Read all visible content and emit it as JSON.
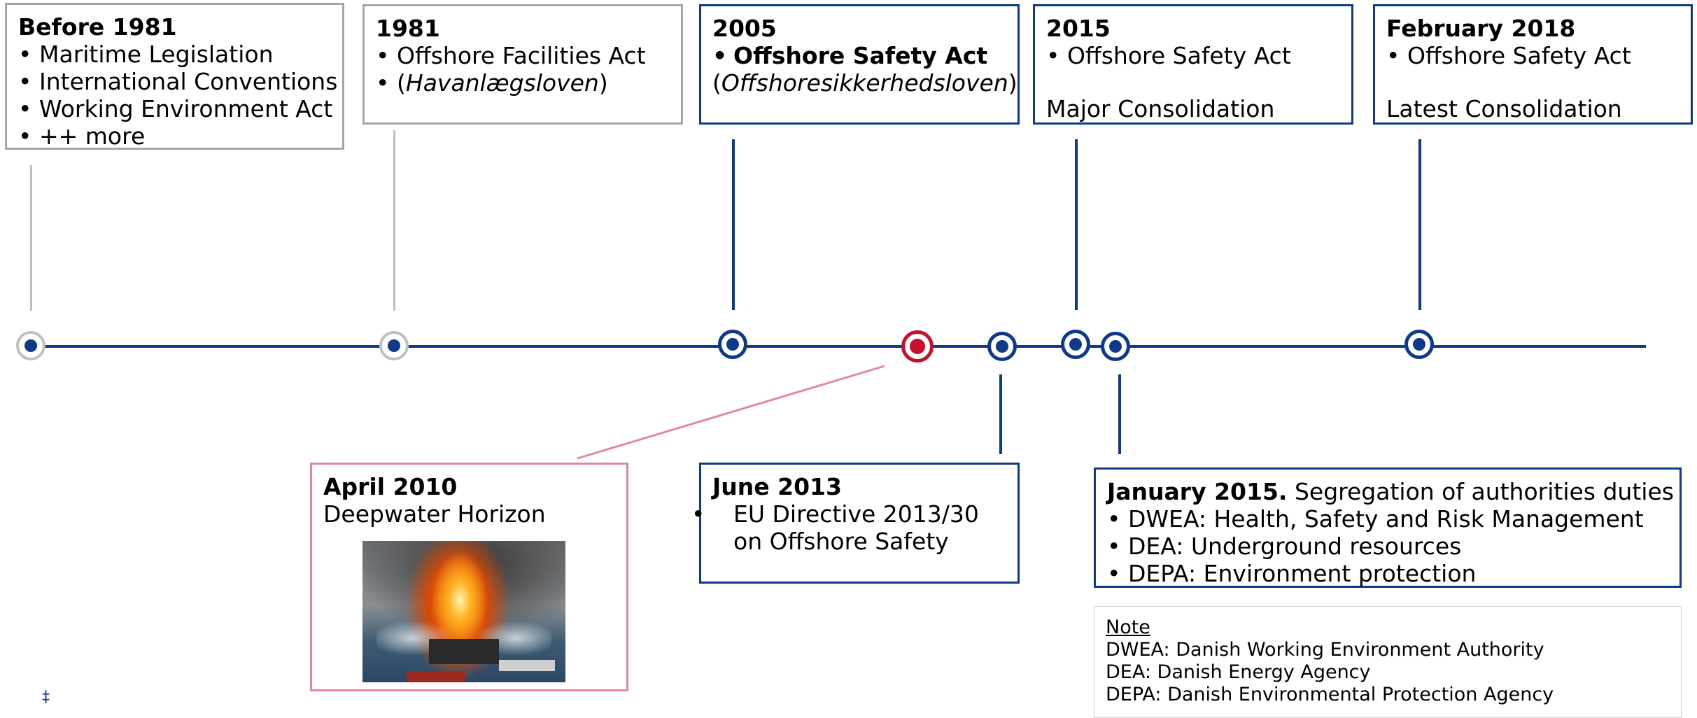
{
  "top": [
    {
      "title": "Before 1981",
      "bullets": [
        "Maritime Legislation",
        "International Conventions",
        "Working Environment Act",
        "++ more"
      ]
    },
    {
      "title": "1981",
      "bullet": "Offshore Facilities Act",
      "paren": "Havanlægsloven"
    },
    {
      "title": "2005",
      "bullet": "Offshore Safety Act",
      "paren": "Offshoresikkerhedsloven"
    },
    {
      "title": "2015",
      "bullet": "Offshore Safety Act",
      "extra": "Major Consolidation"
    },
    {
      "title": "February 2018",
      "bullet": "Offshore Safety Act",
      "extra": "Latest Consolidation"
    }
  ],
  "bottom": {
    "april2010": {
      "title": "April 2010",
      "text": "Deepwater Horizon",
      "image": "burning-oil-rig-photo"
    },
    "june2013": {
      "title": "June 2013",
      "bullet": "EU Directive 2013/30 on Offshore Safety"
    },
    "jan2015": {
      "title": "January 2015.",
      "title_rest": " Segregation of authorities duties",
      "bullets": [
        "DWEA: Health, Safety and Risk Management",
        "DEA: Underground resources",
        "DEPA: Environment protection"
      ]
    }
  },
  "note": {
    "title": "Note",
    "lines": [
      "DWEA: Danish Working Environment Authority",
      "DEA: Danish Energy Agency",
      "DEPA: Danish Environmental Protection Agency"
    ]
  },
  "footer_mark": "‡",
  "colors": {
    "primary": "#0f3a8a",
    "highlight": "#c8102e",
    "muted": "#bfbfbf"
  }
}
